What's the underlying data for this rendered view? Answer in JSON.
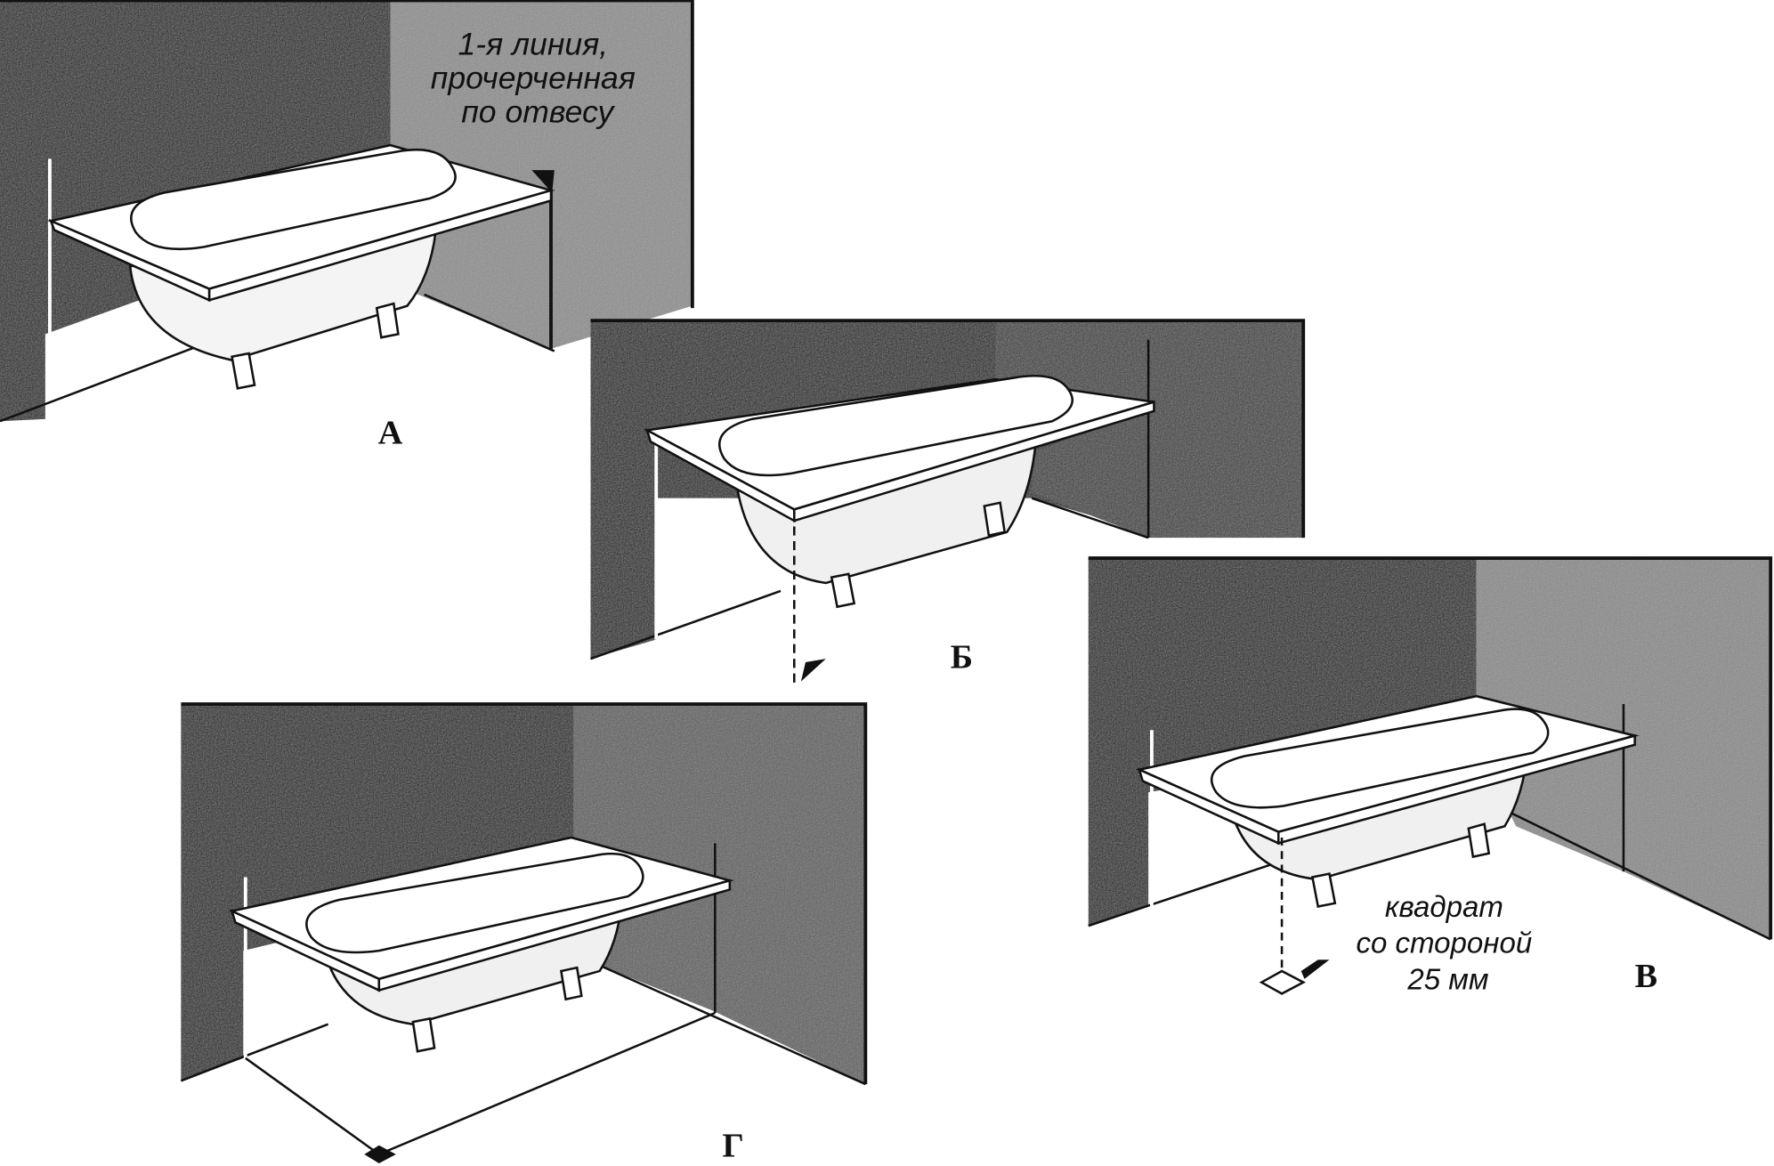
{
  "figure": {
    "panels": [
      {
        "id": "A",
        "label": "А",
        "annotation": [
          "1-я линия,",
          "прочерченная",
          "по отвесу"
        ]
      },
      {
        "id": "B",
        "label": "Б",
        "annotation": []
      },
      {
        "id": "V",
        "label": "В",
        "annotation": [
          "квадрат",
          "со стороной",
          "25 мм"
        ]
      },
      {
        "id": "G",
        "label": "Г",
        "annotation": []
      }
    ]
  },
  "colors": {
    "dark_wall": "#1c1c1c",
    "gray_wall": "#8a8a8a",
    "mid_wall": "#3a3a3a",
    "tub": "#ffffff",
    "ink": "#111111"
  }
}
